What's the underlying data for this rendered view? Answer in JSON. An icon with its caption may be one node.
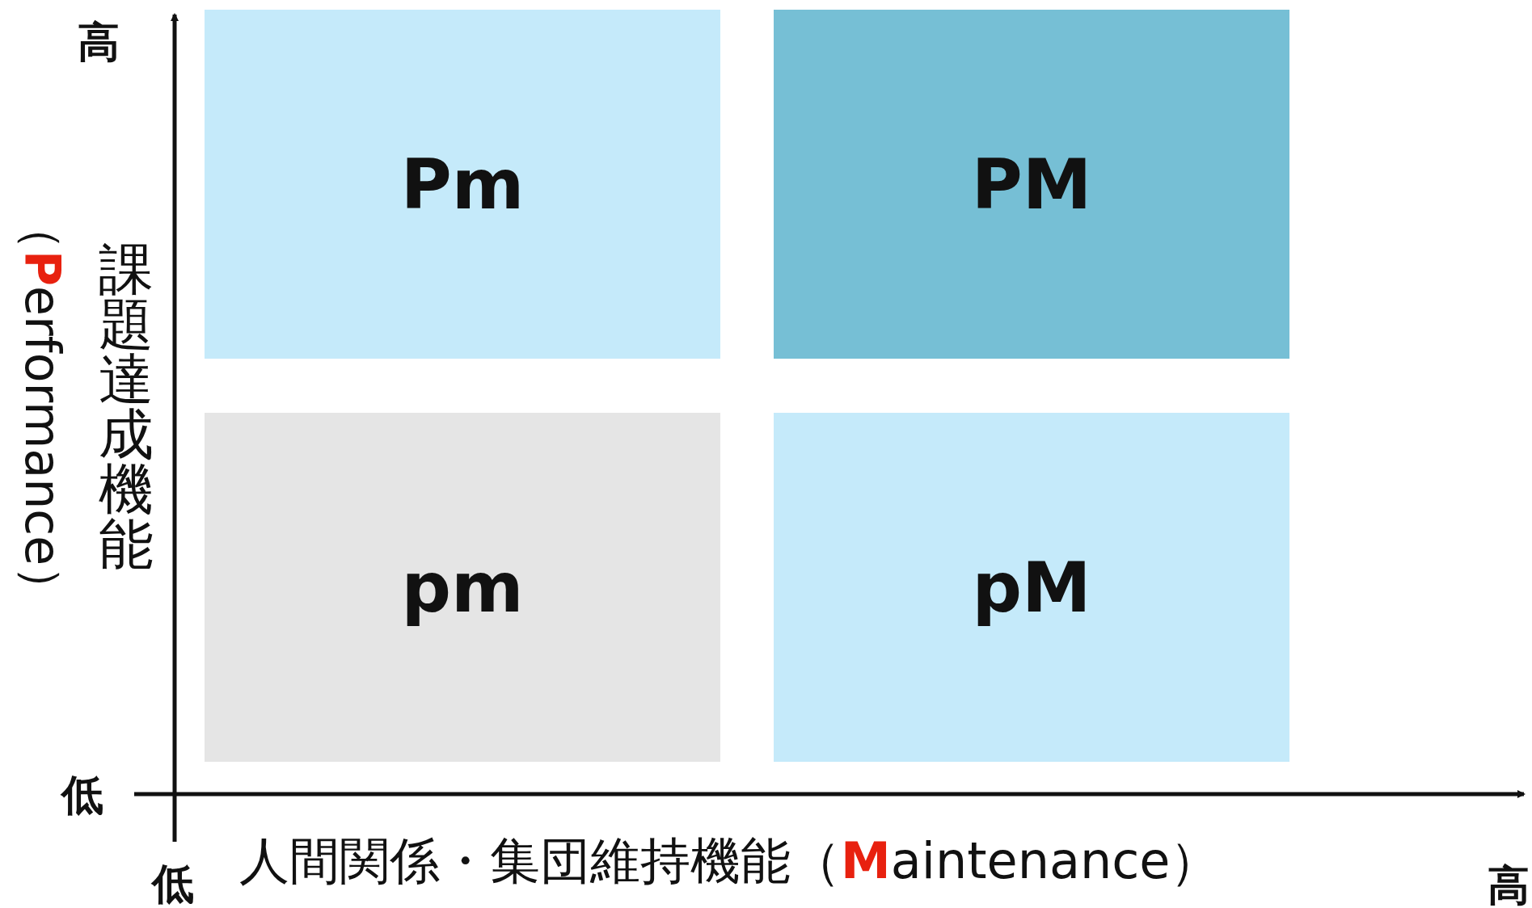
{
  "diagram": {
    "nodes": [
      {
        "text": [
          "Pm"
        ]
      },
      {
        "text": [
          "PM"
        ]
      },
      {
        "text": [
          "pm"
        ]
      },
      {
        "text": [
          "pM"
        ]
      }
    ],
    "labels": [
      "高",
      "課題達成機能",
      "（**P**erformance）",
      "低",
      "低",
      "人間関係・集団維持機能（**M**aintenance）",
      "高"
    ]
  }
}
